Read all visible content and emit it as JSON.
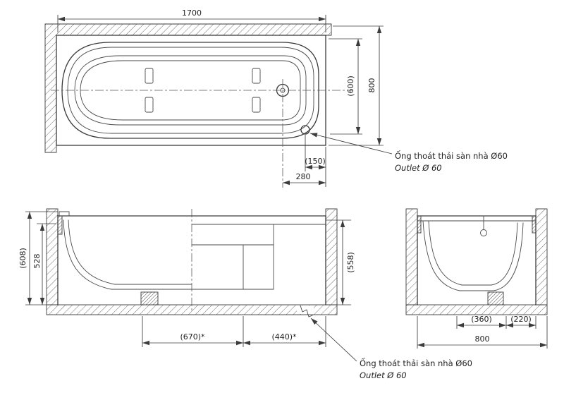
{
  "plan": {
    "dims": {
      "length": "1700",
      "inner_width": "(600)",
      "width": "800",
      "outlet_offset": "(150)",
      "drain_offset": "280"
    },
    "note": {
      "line1": "Ống thoát thải sàn nhà Ø60",
      "line2": "Outlet Ø 60"
    }
  },
  "side": {
    "dims": {
      "total_height": "(608)",
      "rim_height": "528",
      "inner_height": "(558)",
      "basin_length": "(670)*",
      "apron_length": "(440)*"
    },
    "note": {
      "line1": "Ống thoát thải sàn nhà Ø60",
      "line2": "Outlet Ø 60"
    }
  },
  "end": {
    "dims": {
      "basin_width": "(360)",
      "corner_width": "(220)",
      "total_width": "800"
    }
  },
  "colors": {
    "line": "#3b3b3b",
    "text": "#222222",
    "background": "#ffffff"
  }
}
